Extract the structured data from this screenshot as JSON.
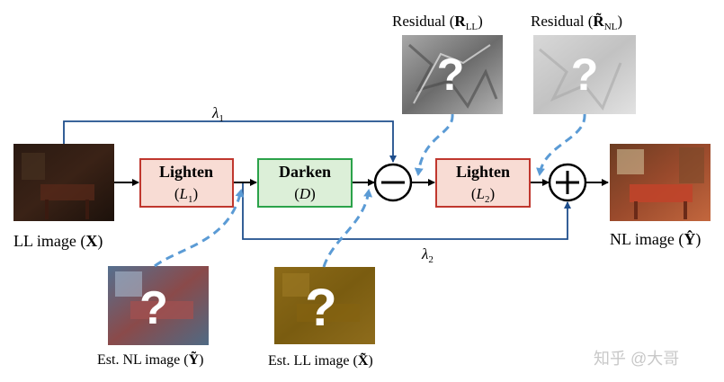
{
  "labels": {
    "ll_image": "LL image",
    "ll_image_symbol": "X",
    "nl_image": "NL image",
    "nl_image_symbol": "Ŷ",
    "est_nl_image": "Est. NL image",
    "est_nl_symbol": "Ỹ",
    "est_ll_image": "Est. LL image",
    "est_ll_symbol": "X̃",
    "residual_ll": "Residual",
    "residual_ll_symbol": "R",
    "residual_ll_sub": "LL",
    "residual_nl": "Residual",
    "residual_nl_symbol": "R̃",
    "residual_nl_sub": "NL",
    "lambda1": "λ",
    "lambda1_sub": "1",
    "lambda2": "λ",
    "lambda2_sub": "2",
    "question_mark": "?",
    "watermark": "知乎 @大哥"
  },
  "blocks": {
    "lighten1": {
      "title": "Lighten",
      "symbol": "L",
      "sub": "1"
    },
    "darken": {
      "title": "Darken",
      "symbol": "D"
    },
    "lighten2": {
      "title": "Lighten",
      "symbol": "L",
      "sub": "2"
    }
  },
  "operators": {
    "minus": "−",
    "plus": "+"
  },
  "colors": {
    "lighten_fill": "#f8dcd4",
    "lighten_border": "#c0372e",
    "darken_fill": "#dcefd8",
    "darken_border": "#2ba24a",
    "skip_line": "#1f4e8c",
    "dashed_arrow": "#5b9bd5",
    "main_line": "#000000"
  }
}
